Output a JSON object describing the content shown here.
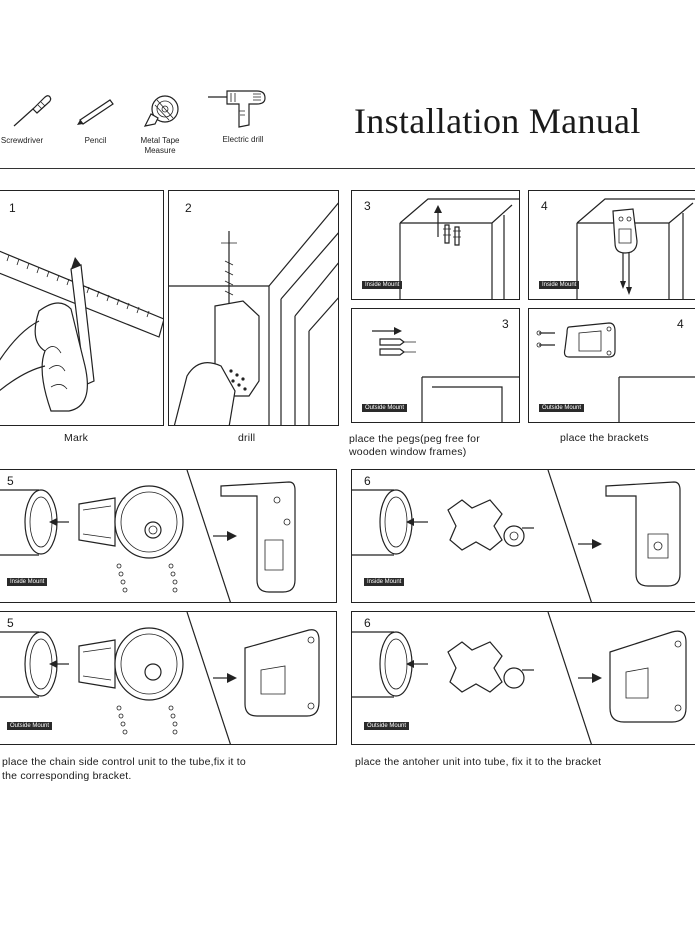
{
  "header": {
    "title": "Installation Manual",
    "tools": [
      {
        "label": "Screwdriver",
        "icon": "screwdriver-icon"
      },
      {
        "label": "Pencil",
        "icon": "pencil-icon"
      },
      {
        "label": "Metal Tape Measure",
        "icon": "tape-measure-icon"
      },
      {
        "label": "Electric drill",
        "icon": "electric-drill-icon"
      }
    ]
  },
  "steps": {
    "mark": {
      "number": "1",
      "caption": "Mark"
    },
    "drill": {
      "number": "2",
      "caption": "drill"
    },
    "pegs_inside": {
      "number": "3",
      "badge": "Inside Mount"
    },
    "brackets_inside": {
      "number": "4",
      "badge": "Inside Mount"
    },
    "pegs_outside": {
      "number": "3",
      "badge": "Outside Mount"
    },
    "brackets_outside": {
      "number": "4",
      "badge": "Outside Mount"
    },
    "pegs_caption_line1": "place the pegs(peg free for",
    "pegs_caption_line2": "wooden window frames)",
    "brackets_caption": "place the brackets",
    "chain_inside": {
      "number": "5",
      "badge": "Inside Mount"
    },
    "chain_outside": {
      "number": "5",
      "badge": "Outside Mount"
    },
    "other_inside": {
      "number": "6",
      "badge": "Inside Mount"
    },
    "other_outside": {
      "number": "6",
      "badge": "Outside Mount"
    },
    "chain_caption_line1": "place the chain side control unit to the tube,fix it to",
    "chain_caption_line2": "the corresponding bracket.",
    "other_caption": "place the antoher  unit  into tube, fix it to the bracket"
  }
}
